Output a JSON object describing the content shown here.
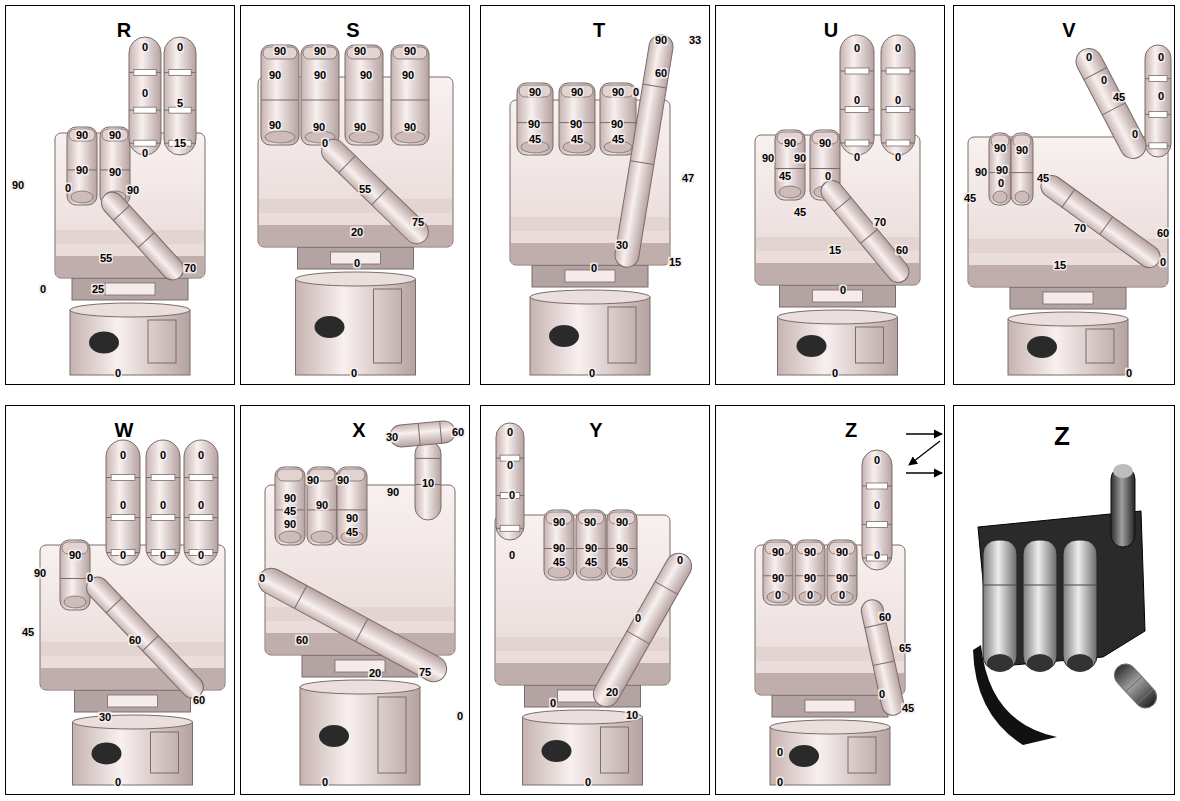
{
  "diagram": {
    "nodes": [
      {
        "text": [
          "R"
        ]
      },
      {
        "text": [
          "S"
        ]
      },
      {
        "text": [
          "T"
        ]
      },
      {
        "text": [
          "U"
        ]
      },
      {
        "text": [
          "V"
        ]
      },
      {
        "text": [
          "W"
        ]
      },
      {
        "text": [
          "X"
        ]
      },
      {
        "text": [
          "Y"
        ]
      },
      {
        "text": [
          "Z"
        ]
      },
      {
        "text": [
          "Z"
        ]
      }
    ],
    "labels": [
      "0",
      "0",
      "0",
      "5",
      "90",
      "90",
      "15",
      "0",
      "90",
      "90",
      "90",
      "0",
      "90",
      "55",
      "70",
      "25",
      "0",
      "0",
      "90",
      "90",
      "90",
      "90",
      "90",
      "90",
      "90",
      "90",
      "90",
      "90",
      "0",
      "90",
      "90",
      "55",
      "75",
      "20",
      "0",
      "0",
      "90",
      "90",
      "90",
      "0",
      "90",
      "33",
      "60",
      "90",
      "45",
      "90",
      "45",
      "90",
      "45",
      "47",
      "30",
      "15",
      "0",
      "0",
      "0",
      "0",
      "0",
      "0",
      "90",
      "90",
      "90",
      "90",
      "0",
      "0",
      "45",
      "0",
      "45",
      "70",
      "15",
      "60",
      "0",
      "0",
      "0",
      "0",
      "0",
      "45",
      "0",
      "0",
      "90",
      "90",
      "90",
      "90",
      "0",
      "45",
      "45",
      "70",
      "60",
      "15",
      "0",
      "0",
      "0",
      "0",
      "0",
      "0",
      "0",
      "0",
      "90",
      "0",
      "0",
      "0",
      "90",
      "0",
      "45",
      "60",
      "60",
      "30",
      "0",
      "60",
      "30",
      "10",
      "90",
      "90",
      "90",
      "90",
      "45",
      "90",
      "90",
      "90",
      "45",
      "0",
      "60",
      "20",
      "75",
      "0",
      "0",
      "0",
      "0",
      "0",
      "90",
      "90",
      "90",
      "0",
      "90",
      "45",
      "90",
      "45",
      "90",
      "45",
      "0",
      "0",
      "20",
      "10",
      "0",
      "0",
      "0",
      "0",
      "90",
      "90",
      "90",
      "0",
      "90",
      "90",
      "90",
      "0",
      "0",
      "0",
      "60",
      "65",
      "0",
      "45",
      "0",
      "0"
    ]
  }
}
